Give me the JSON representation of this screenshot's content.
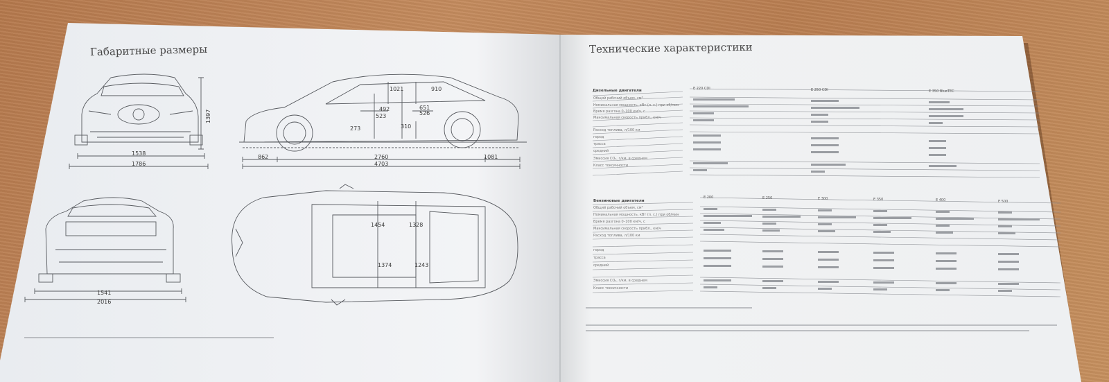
{
  "left_page": {
    "title": "Габаритные размеры",
    "dimensions": {
      "front_height": "1397",
      "front_track": "1538",
      "front_width": "1786",
      "side_front_overhang": "862",
      "side_wheelbase": "2760",
      "side_rear_overhang": "1081",
      "side_length": "4703",
      "interior_1": "1021",
      "interior_2": "910",
      "interior_3": "492",
      "interior_4": "523",
      "interior_5": "651",
      "interior_6": "526",
      "interior_7": "273",
      "interior_8": "310",
      "top_1": "1454",
      "top_2": "1328",
      "top_3": "1374",
      "top_4": "1243",
      "rear_track": "1541",
      "rear_width": "2016"
    }
  },
  "right_page": {
    "title": "Технические характеристики",
    "table1": {
      "section_label": "Дизельные двигатели",
      "columns": [
        "E 220 CDI",
        "E 250 CDI",
        "E 350 BlueTEC"
      ],
      "rows": [
        "Общий рабочий объем, см³",
        "Номинальная мощность, кВт (л. с.) при об/мин",
        "Время разгона 0–100 км/ч, с",
        "Максимальная скорость прибл., км/ч",
        "Расход топлива, л/100 км",
        "город",
        "трасса",
        "средний",
        "Эмиссия CO₂, г/км, в среднем",
        "Класс токсичности"
      ]
    },
    "table2": {
      "section_label": "Бензиновые двигатели",
      "columns": [
        "E 200",
        "E 250",
        "E 300",
        "E 350",
        "E 400",
        "E 500"
      ],
      "rows": [
        "Общий рабочий объем, см³",
        "Номинальная мощность, кВт (л. с.) при об/мин",
        "Время разгона 0–100 км/ч, с",
        "Максимальная скорость прибл., км/ч",
        "Расход топлива, л/100 км",
        "город",
        "трасса",
        "средний",
        "Эмиссия CO₂, г/км, в среднем",
        "Класс токсичности"
      ]
    }
  }
}
